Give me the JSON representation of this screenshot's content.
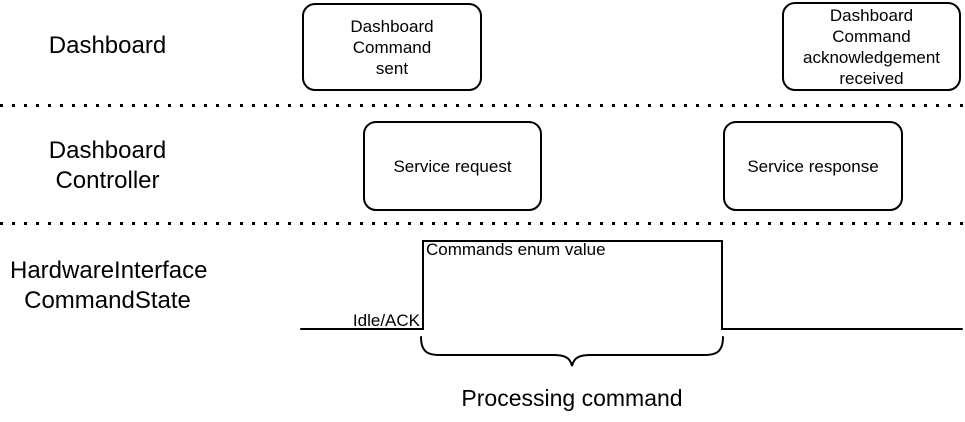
{
  "colors": {
    "background": "#ffffff",
    "foreground": "#000000"
  },
  "lanes": [
    {
      "label": "Dashboard"
    },
    {
      "label": "Dashboard\nController"
    },
    {
      "label": "HardwareInterface\nCommandState"
    }
  ],
  "boxes": {
    "command_sent": "Dashboard\nCommand\nsent",
    "command_ack": "Dashboard\nCommand\nacknowledgement\nreceived",
    "service_request": "Service request",
    "service_response": "Service response"
  },
  "waveform": {
    "idle_label": "Idle/ACK",
    "pulse_label": "Commands enum value",
    "brace_label": "Processing command"
  }
}
